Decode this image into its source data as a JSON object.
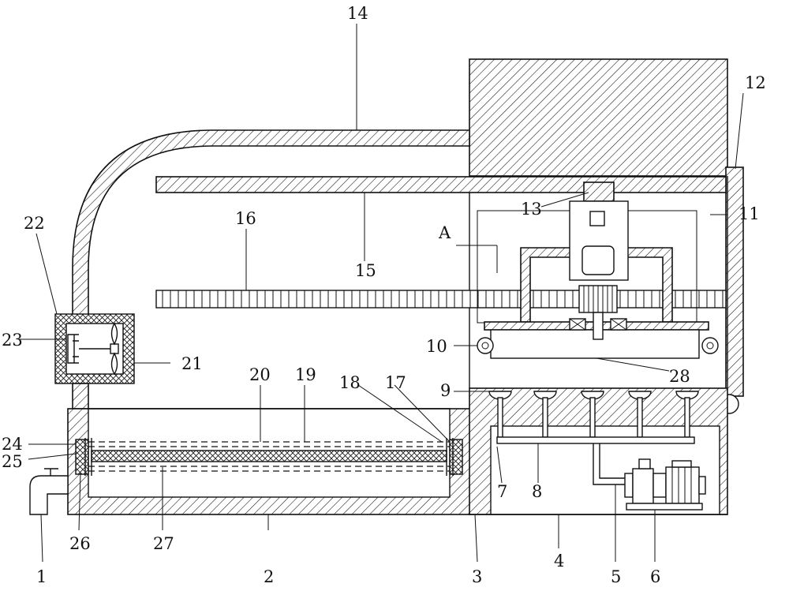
{
  "labels": {
    "l1": "1",
    "l2": "2",
    "l3": "3",
    "l4": "4",
    "l5": "5",
    "l6": "6",
    "l7": "7",
    "l8": "8",
    "l9": "9",
    "l10": "10",
    "l11": "11",
    "l12": "12",
    "l13": "13",
    "l14": "14",
    "l15": "15",
    "l16": "16",
    "l17": "17",
    "l18": "18",
    "l19": "19",
    "l20": "20",
    "l21": "21",
    "l22": "22",
    "l23": "23",
    "l24": "24",
    "l25": "25",
    "l26": "26",
    "l27": "27",
    "l28": "28",
    "lA": "A"
  }
}
